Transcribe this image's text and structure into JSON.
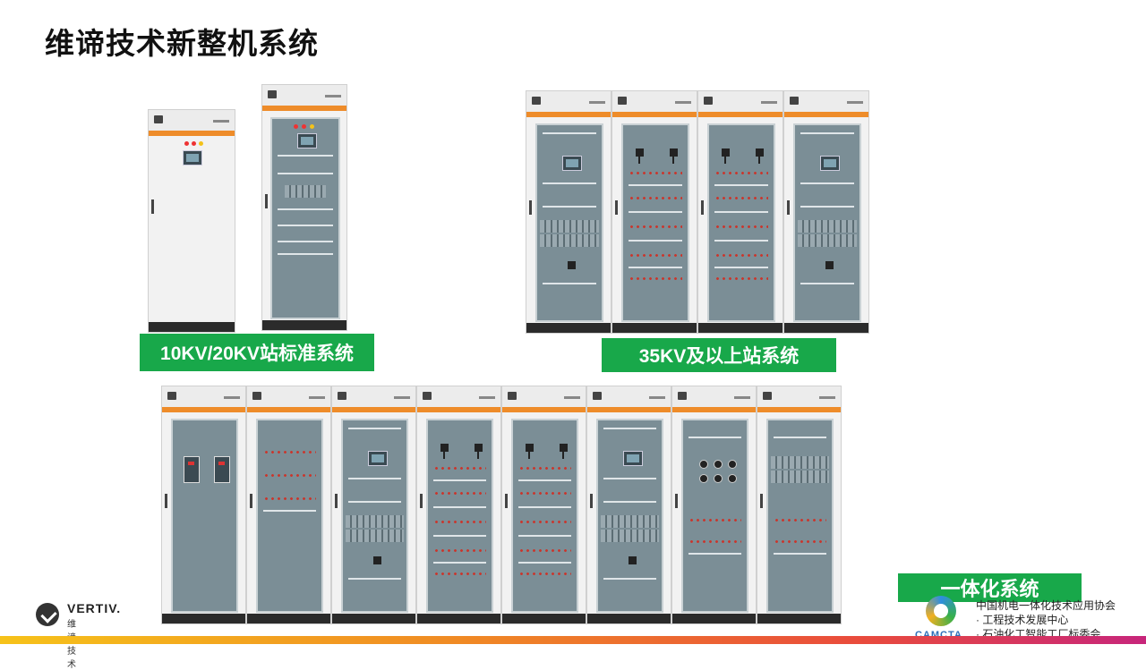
{
  "page": {
    "title": "维谛技术新整机系统",
    "colors": {
      "label_green": "#18a84a",
      "cabinet_stripe": "#ee8c2a",
      "door": "#7b8e96"
    }
  },
  "labels": {
    "standard": "10KV/20KV站标准系统",
    "high_voltage": "35KV及以上站系统",
    "integrated": "一体化系统"
  },
  "footer": {
    "brand": "VERTIV.",
    "brand_cn": "维谛技术",
    "camcta": "CAMCTA",
    "org_lines": [
      "中国机电一体化技术应用协会",
      "· 工程技术发展中心",
      "· 石油化工智能工厂标委会"
    ]
  }
}
